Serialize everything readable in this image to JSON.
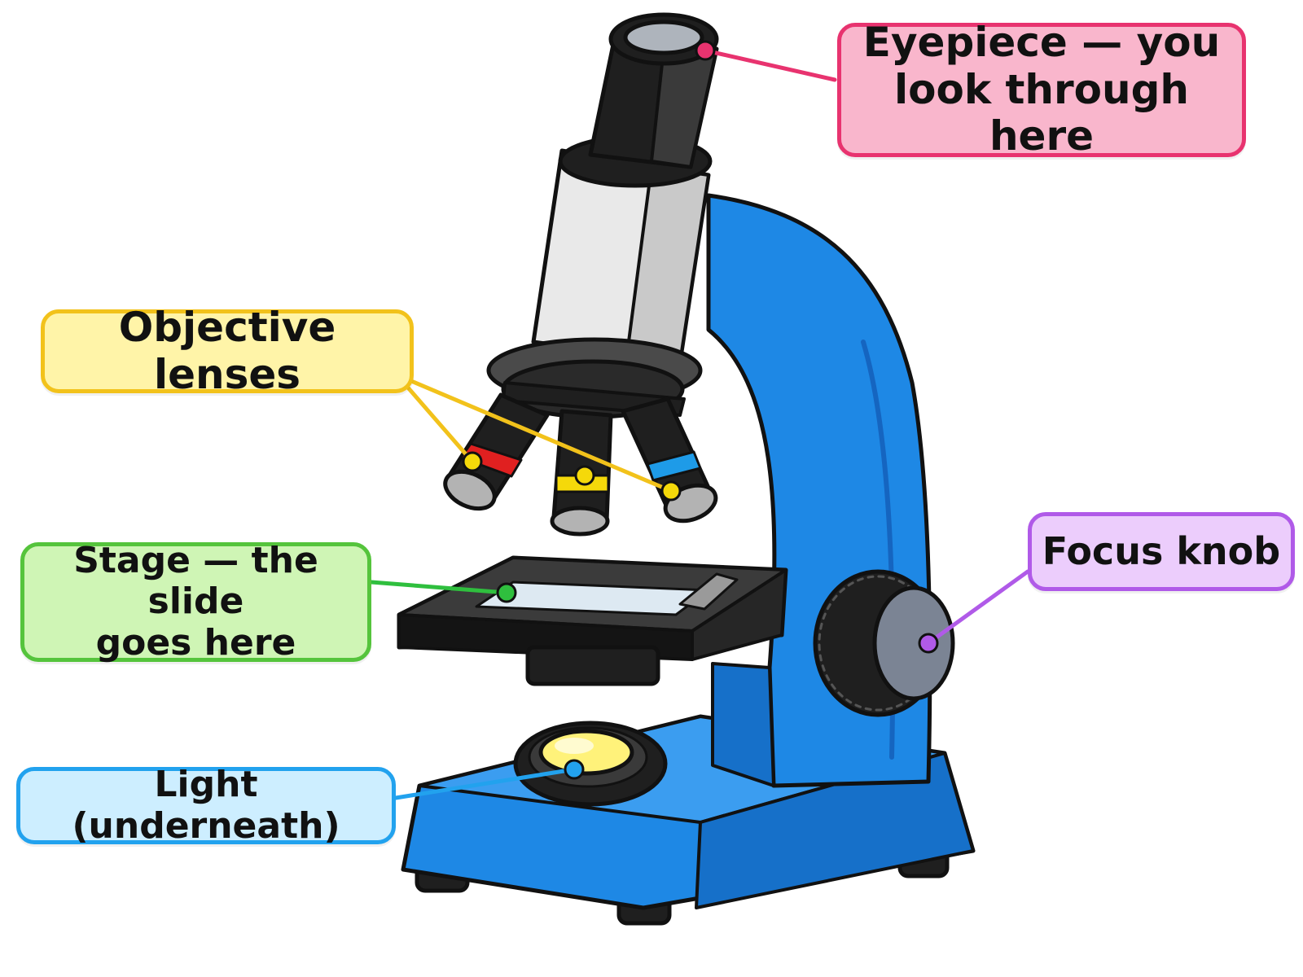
{
  "labels": {
    "eyepiece": {
      "text": "Eyepiece — you\nlook through here",
      "border": "#e8336f",
      "fill": "#f9b6cc"
    },
    "objective": {
      "text": "Objective lenses",
      "border": "#f2c21b",
      "fill": "#fff4a8"
    },
    "stage": {
      "text": "Stage — the slide\ngoes here",
      "border": "#55c43c",
      "fill": "#cff5b5"
    },
    "light": {
      "text": "Light (underneath)",
      "border": "#22a2ee",
      "fill": "#cdeeff"
    },
    "focus": {
      "text": "Focus knob",
      "border": "#b05ae8",
      "fill": "#eccdfc"
    }
  },
  "colors": {
    "body_blue": "#1e88e5",
    "body_blue_dark": "#1565c0",
    "tube_white": "#e9e9e9",
    "black": "#1f1f1f",
    "lens_red": "#e02020",
    "lens_yellow": "#f5d90a",
    "lens_blue": "#1e9be8",
    "lamp_yellow": "#fff27a",
    "knob_gray": "#7b8494",
    "outline": "#111111"
  }
}
